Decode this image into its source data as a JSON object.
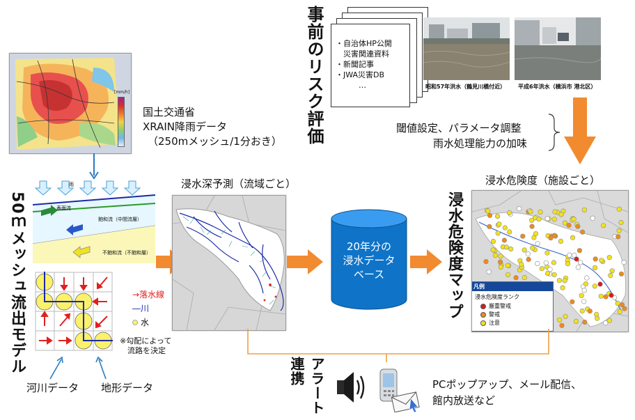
{
  "xrain": {
    "line1": "国土交通省",
    "line2": "XRAIN降雨データ",
    "line3": "（250mメッシュ/1分おき）",
    "colorbar_unit": "[mm/h]"
  },
  "risk_eval": {
    "vertical_title": "事前のリスク評価",
    "doc_items": [
      "・自治体HP公開",
      "　災害関連資料",
      "・新聞記事",
      "・JWA災害DB",
      "　　　…"
    ],
    "photo1_caption": "昭和57年洪水（鶴見川橋付近）",
    "photo2_caption": "平成6年洪水（横浜市 港北区）",
    "note1": "閾値設定、パラメータ調整",
    "note2": "雨水処理能力の加味"
  },
  "mesh_model": {
    "vertical_title": "50ｍメッシュ流出モデル",
    "rain_label": "雨",
    "layer_surface": "表面流",
    "layer_saturated": "飽和流（中間流層）",
    "layer_unsaturated": "不飽和流（不飽和層）",
    "legend_fall": "→落水線",
    "legend_river": "―川",
    "legend_water": "水",
    "note": "※勾配によって\n　流路を決定",
    "river_data": "河川データ",
    "terrain_data": "地形データ"
  },
  "depth_forecast": {
    "title": "浸水深予測（流域ごと）"
  },
  "database": {
    "label": "20年分の\n浸水データ\nベース"
  },
  "risk_map": {
    "title": "浸水危険度（施設ごと）",
    "vertical_title": "浸水危険度マップ",
    "legend_header": "凡例",
    "legend_title": "浸水危険度ランク",
    "ranks": [
      {
        "label": "厳重警戒",
        "color": "#d91c1c"
      },
      {
        "label": "警戒",
        "color": "#f08a1a"
      },
      {
        "label": "注意",
        "color": "#f2e21c"
      }
    ]
  },
  "alert": {
    "vertical_title": "アラート連携",
    "line1": "PCポップアップ、メール配信、",
    "line2": "館内放送など"
  },
  "colors": {
    "arrow_orange": "#f28a30",
    "db_blue": "#0f74c8",
    "connector_orange": "#f0a040"
  }
}
